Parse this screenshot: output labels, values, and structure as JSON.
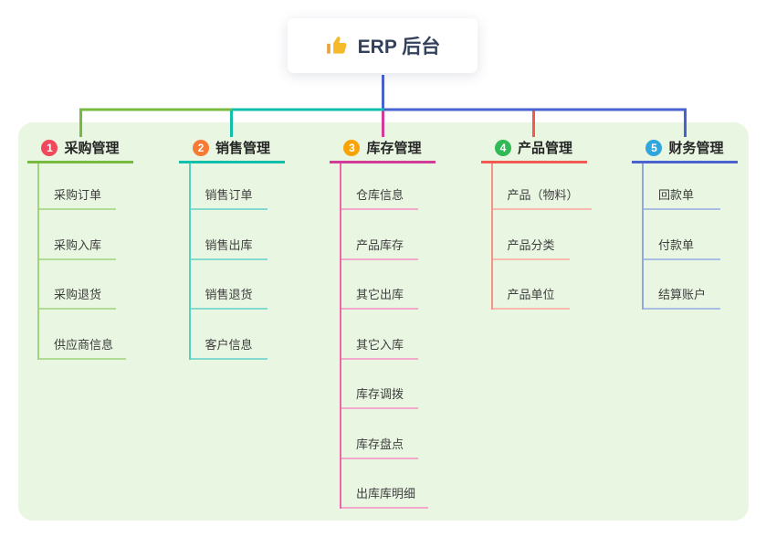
{
  "root": {
    "label": "ERP 后台",
    "icon": "thumbs-up-icon",
    "icon_color": "#F7B92C",
    "line_color": "#4A61D0",
    "text_color": "#33415C"
  },
  "panel": {
    "background": "#E9F6E2"
  },
  "branches": [
    {
      "number": "1",
      "title": "采购管理",
      "badge_color": "#F2485B",
      "line_color": "#76BA3F",
      "stem_color": "#9FD37E",
      "child_line_color": "#B2DB96",
      "children": [
        "采购订单",
        "采购入库",
        "采购退货",
        "供应商信息"
      ]
    },
    {
      "number": "2",
      "title": "销售管理",
      "badge_color": "#F77B34",
      "line_color": "#11BFAD",
      "stem_color": "#58CFC3",
      "child_line_color": "#84DACE",
      "children": [
        "销售订单",
        "销售出库",
        "销售退货",
        "客户信息"
      ]
    },
    {
      "number": "3",
      "title": "库存管理",
      "badge_color": "#F8A408",
      "line_color": "#D23C96",
      "stem_color": "#EE66A8",
      "child_line_color": "#F2A9CE",
      "children": [
        "仓库信息",
        "产品库存",
        "其它出库",
        "其它入库",
        "库存调拨",
        "库存盘点",
        "出库库明细"
      ]
    },
    {
      "number": "4",
      "title": "产品管理",
      "badge_color": "#30B955",
      "line_color": "#F25B52",
      "stem_color": "#F5928B",
      "child_line_color": "#F8B9B1",
      "children": [
        "产品（物料）",
        "产品分类",
        "产品单位"
      ]
    },
    {
      "number": "5",
      "title": "财务管理",
      "badge_color": "#2FA7DC",
      "line_color": "#4A61D0",
      "stem_color": "#93A9DE",
      "child_line_color": "#AABEE4",
      "children": [
        "回款单",
        "付款单",
        "结算账户"
      ]
    }
  ]
}
